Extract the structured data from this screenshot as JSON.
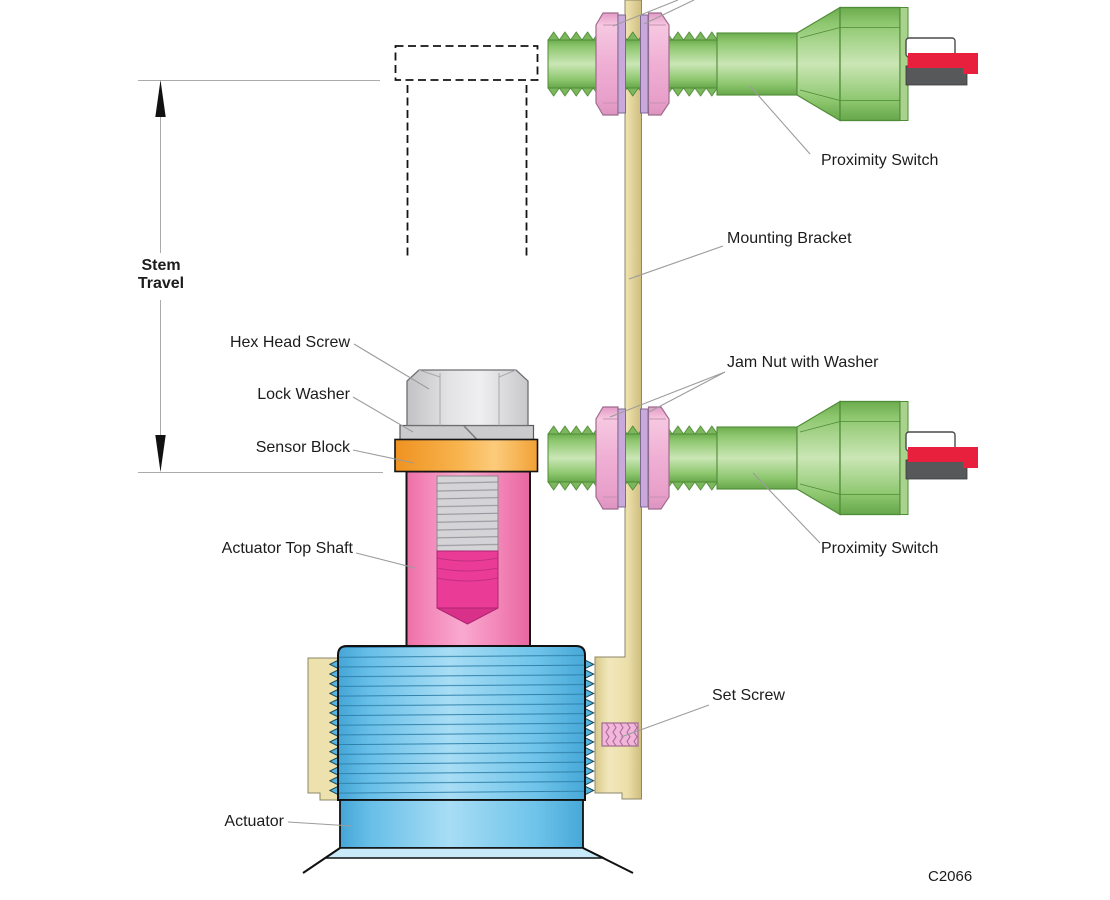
{
  "figure": {
    "code": "C2066",
    "labels": {
      "stem_travel_line1": "Stem",
      "stem_travel_line2": "Travel",
      "hex_head_screw": "Hex Head Screw",
      "lock_washer": "Lock Washer",
      "sensor_block": "Sensor Block",
      "actuator_top_shaft": "Actuator Top Shaft",
      "actuator": "Actuator",
      "mounting_bracket": "Mounting Bracket",
      "jam_nut_with_washer": "Jam Nut with Washer",
      "proximity_switch_top": "Proximity Switch",
      "proximity_switch_bottom": "Proximity Switch",
      "set_screw": "Set Screw"
    },
    "colors": {
      "proximity_switch_green": "#8EC76F",
      "jam_nut_pink": "#EFAFD4",
      "washer_purple": "#C9A9DB",
      "mounting_bracket_tan": "#EDE2AE",
      "actuator_blue": "#6EC6EC",
      "actuator_top_shaft_pink": "#F48BBC",
      "shaft_bore_magenta": "#EA3C97",
      "sensor_block_orange": "#F6A426",
      "hardware_gray": "#D8D8DA",
      "set_screw_pink": "#F0B7DA",
      "wire_red": "#E8203E",
      "wire_gray": "#57585A",
      "wire_white": "#FFFFFF"
    }
  }
}
